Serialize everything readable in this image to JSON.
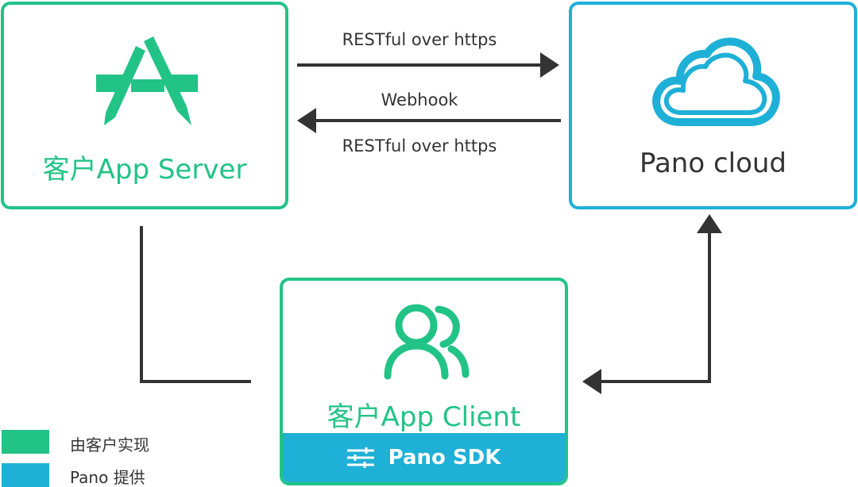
{
  "colors": {
    "customer": "#22c386",
    "pano": "#1eb0d6",
    "line": "#333333",
    "text": "#333333"
  },
  "nodes": {
    "app_server": {
      "title": "客户App Server",
      "icon": "app-store-icon"
    },
    "pano_cloud": {
      "title": "Pano cloud",
      "icon": "cloud-icon"
    },
    "app_client": {
      "title": "客户App Client",
      "icon": "users-icon",
      "sdk_label": "Pano SDK",
      "sdk_icon": "sliders-icon"
    }
  },
  "edges": {
    "top_arrow_label": "RESTful over https",
    "bottom_arrow_label_above": "Webhook",
    "bottom_arrow_label_below": "RESTful over https"
  },
  "legend": [
    {
      "label": "由客户实现",
      "color": "#22c386"
    },
    {
      "label": "Pano 提供",
      "color": "#1eb0d6"
    }
  ]
}
